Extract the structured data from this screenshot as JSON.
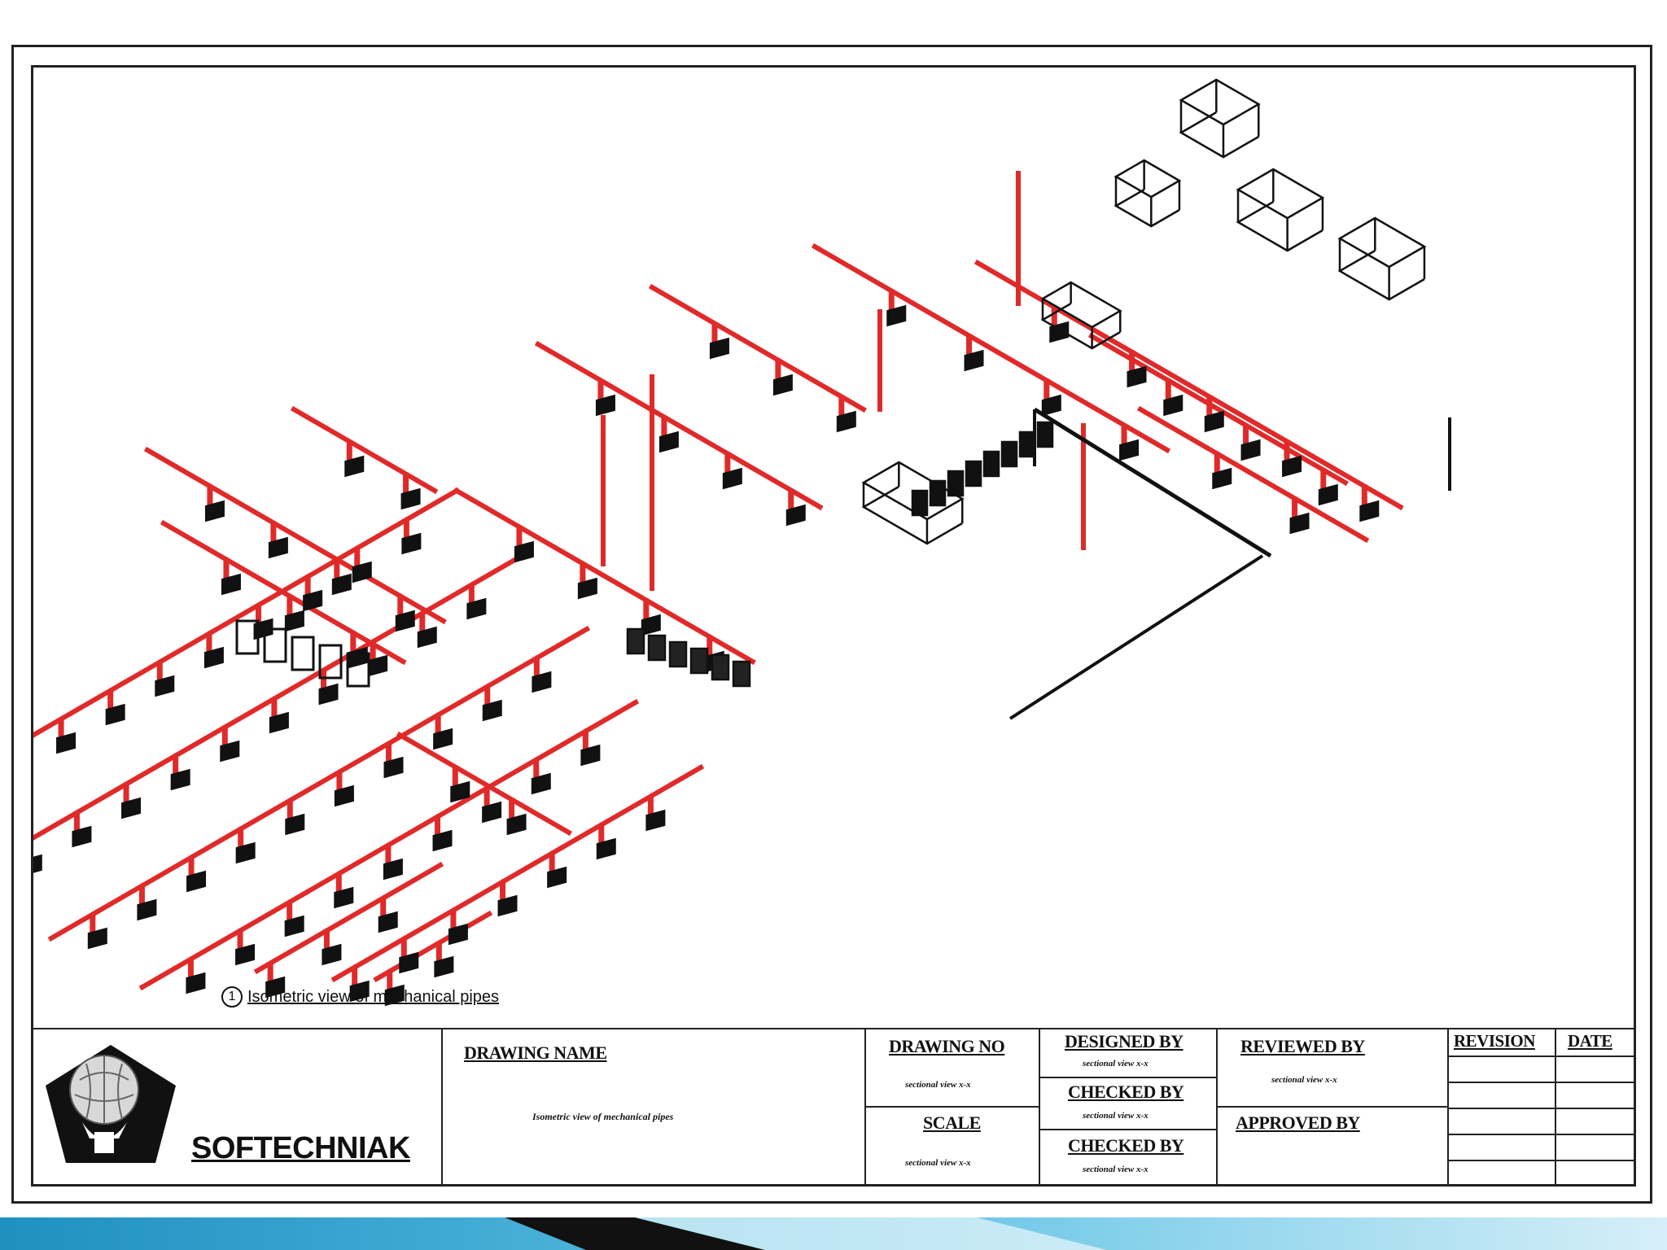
{
  "drawing": {
    "caption_number": "1",
    "caption_text": "Isometric view of mechanical pipes",
    "colors": {
      "pipe": "#e02a2a",
      "equipment": "#111111"
    }
  },
  "title_block": {
    "company": "SOFTECHNIAK",
    "drawing_name_label": "DRAWING NAME",
    "drawing_name_value": "Isometric view of mechanical pipes",
    "drawing_no_label": "DRAWING NO",
    "drawing_no_value": "sectional view x-x",
    "scale_label": "SCALE",
    "scale_value": "sectional view x-x",
    "designed_by_label": "DESIGNED BY",
    "designed_by_value": "sectional view x-x",
    "checked_by_1_label": "CHECKED BY",
    "checked_by_1_value": "sectional view x-x",
    "checked_by_2_label": "CHECKED BY",
    "checked_by_2_value": "sectional view x-x",
    "reviewed_by_label": "REVIEWED BY",
    "reviewed_by_value": "sectional view x-x",
    "approved_by_label": "APPROVED BY",
    "revision_label": "REVISION",
    "date_label": "DATE"
  }
}
